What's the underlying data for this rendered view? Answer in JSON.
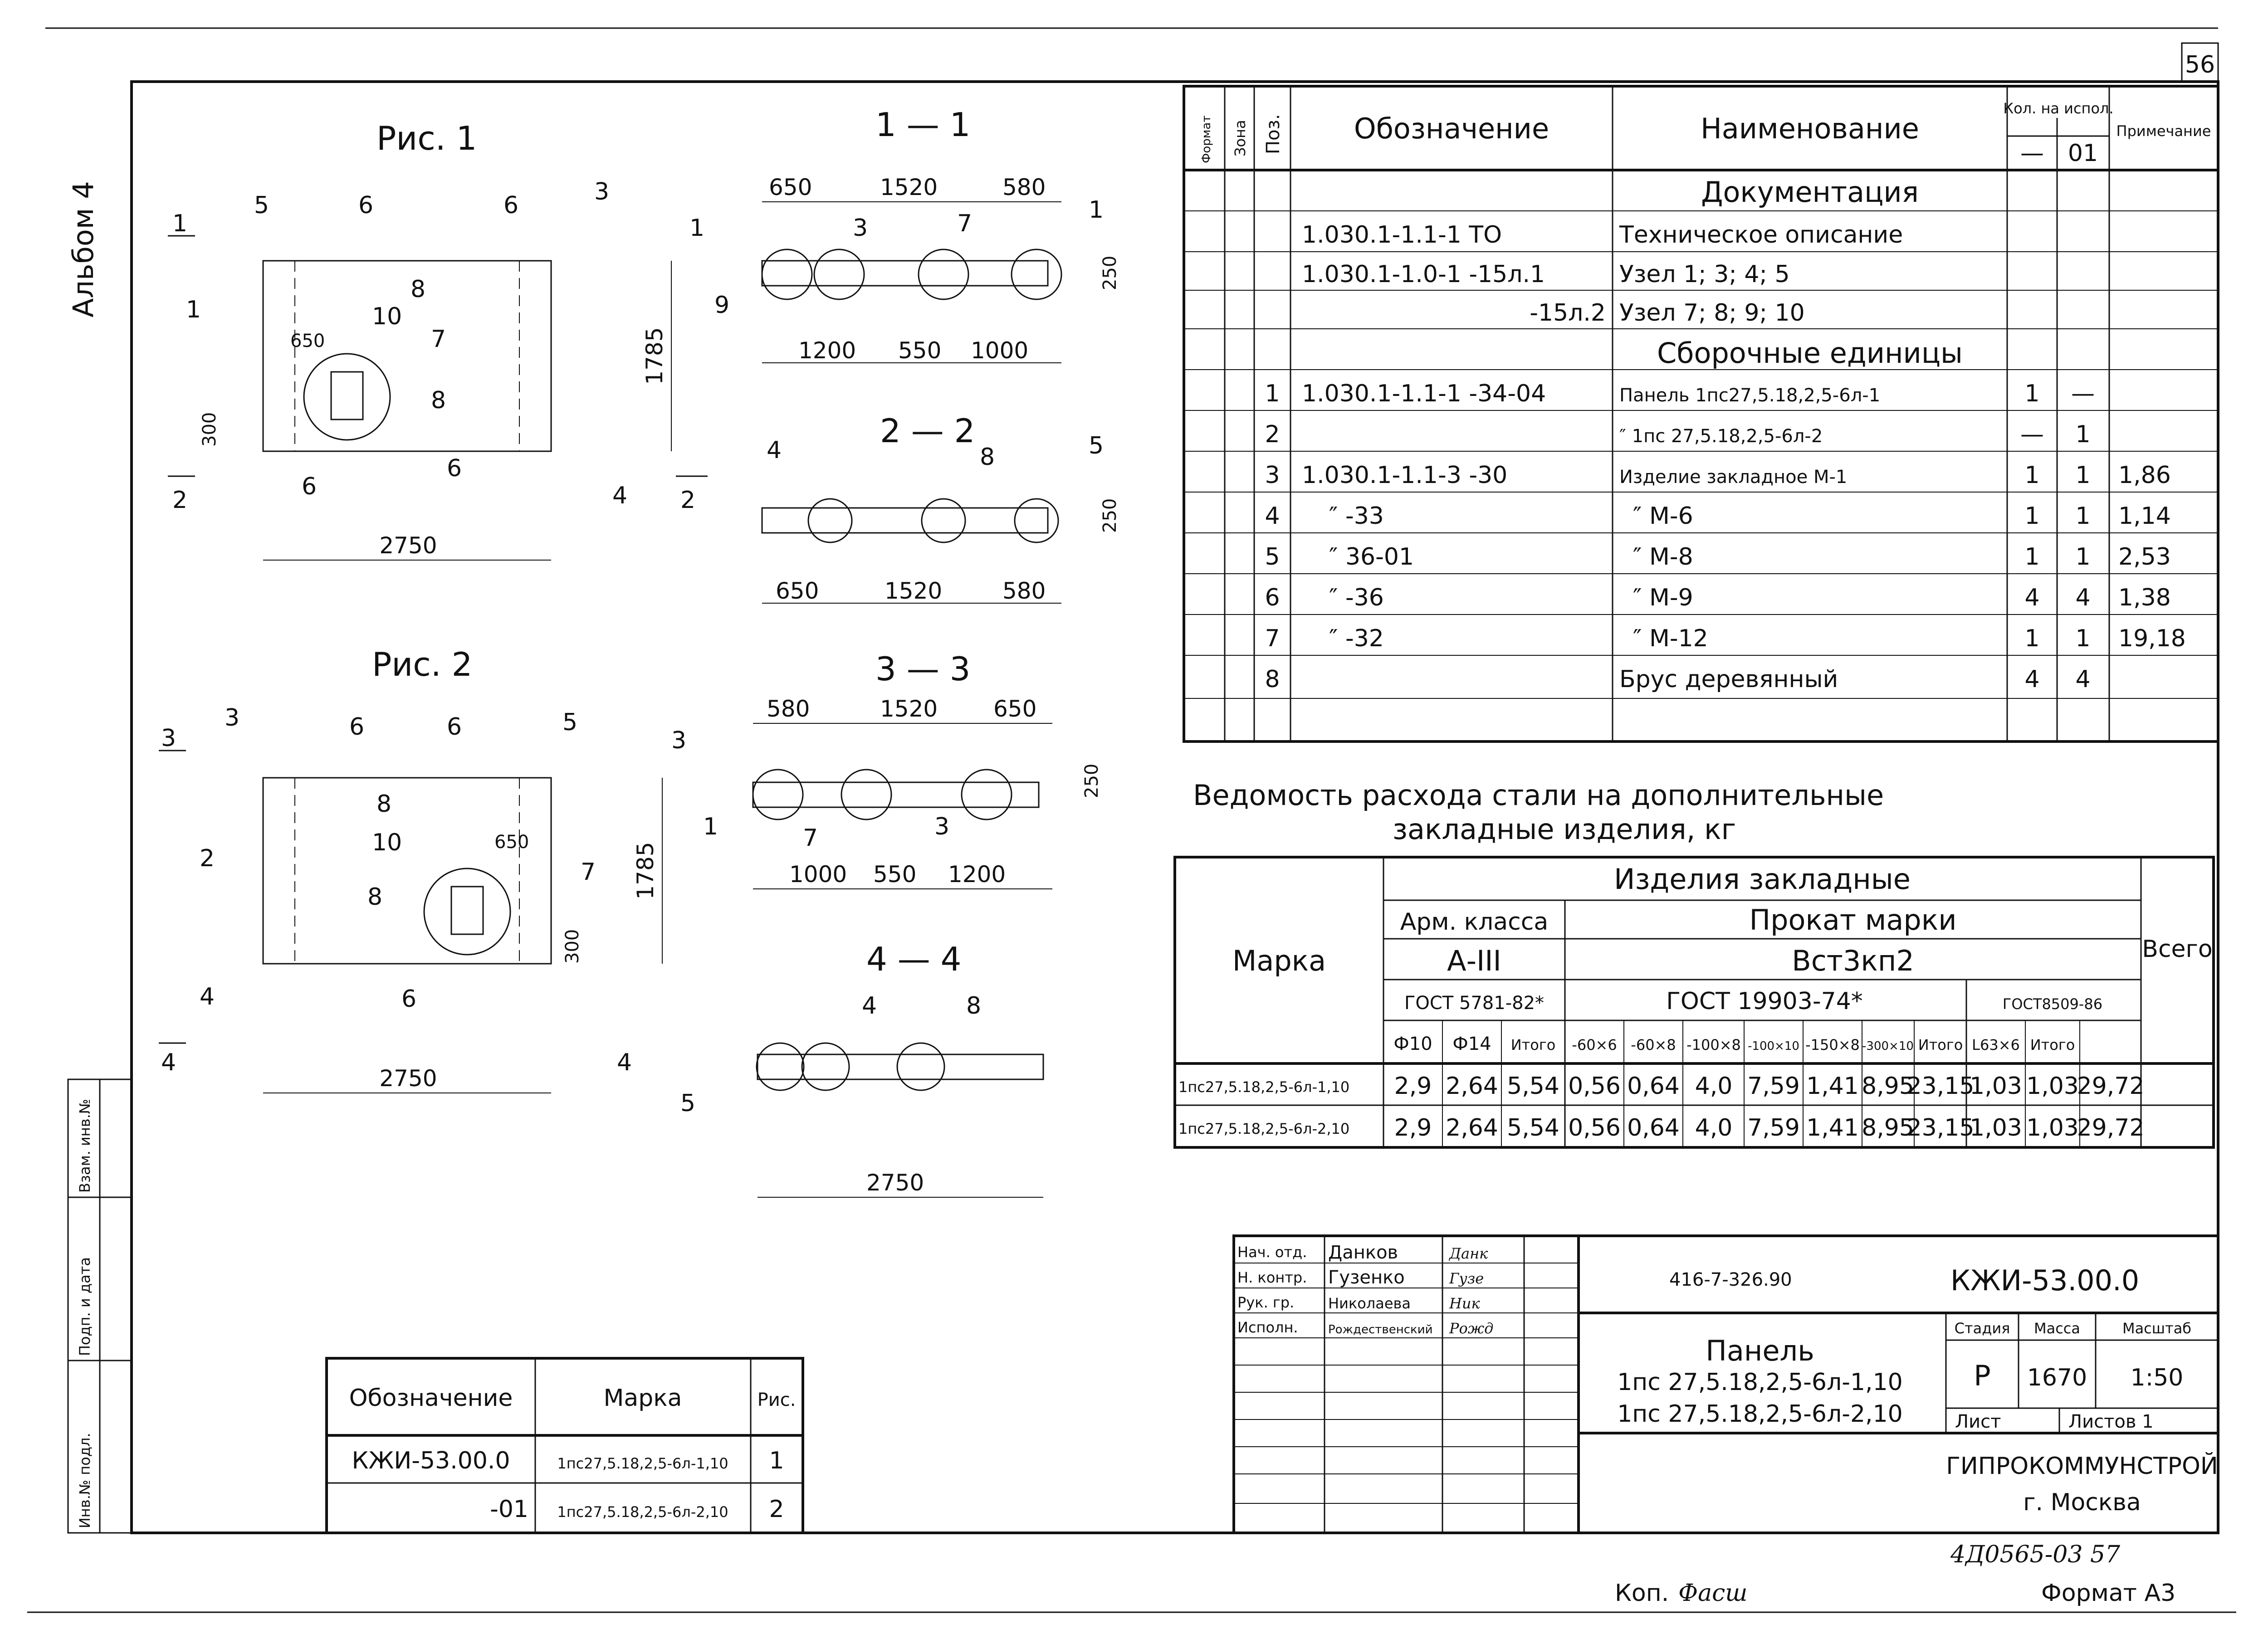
{
  "page": {
    "number": "56",
    "album": "Альбом 4",
    "bottom_ref": "4Д0565-03  57",
    "copy_label": "Коп.",
    "copy_sign": "Фасш",
    "format": "Формат А3"
  },
  "figures": {
    "fig1": "Рис. 1",
    "fig2": "Рис. 2",
    "sec11": "1 — 1",
    "sec22": "2 — 2",
    "sec33": "3 — 3",
    "sec44": "4 — 4",
    "cut1": "1",
    "cut2": "2",
    "cut3": "3",
    "cut4": "4",
    "dims": {
      "w2750": "2750",
      "h1785": "1785",
      "d650": "650",
      "d300": "300",
      "d1520": "1520",
      "d580": "580",
      "d1200": "1200",
      "d550": "550",
      "d1000": "1000",
      "d250": "250"
    },
    "leaders": [
      "1",
      "2",
      "3",
      "4",
      "5",
      "6",
      "7",
      "8",
      "9",
      "10"
    ]
  },
  "spec": {
    "headers": {
      "format": "Формат",
      "zone": "Зона",
      "pos": "Поз.",
      "designation": "Обозначение",
      "name": "Наименование",
      "qty": "Кол. на испол.",
      "qty_a": "—",
      "qty_b": "01",
      "note": "Примечание"
    },
    "rows": [
      {
        "pos": "",
        "designation": "",
        "name": "Документация",
        "qa": "",
        "qb": "",
        "note": ""
      },
      {
        "pos": "",
        "designation": "1.030.1-1.1-1   ТО",
        "name": "Техническое описание",
        "qa": "",
        "qb": "",
        "note": ""
      },
      {
        "pos": "",
        "designation": "1.030.1-1.0-1  -15л.1",
        "name": "Узел 1; 3; 4; 5",
        "qa": "",
        "qb": "",
        "note": ""
      },
      {
        "pos": "",
        "designation": "-15л.2",
        "name": "Узел 7; 8; 9; 10",
        "qa": "",
        "qb": "",
        "note": ""
      },
      {
        "pos": "",
        "designation": "",
        "name": "Сборочные единицы",
        "qa": "",
        "qb": "",
        "note": ""
      },
      {
        "pos": "1",
        "designation": "1.030.1-1.1-1  -34-04",
        "name": "Панель 1пс27,5.18,2,5-6л-1",
        "qa": "1",
        "qb": "—",
        "note": ""
      },
      {
        "pos": "2",
        "designation": "",
        "name": "″    1пс 27,5.18,2,5-6л-2",
        "qa": "—",
        "qb": "1",
        "note": ""
      },
      {
        "pos": "3",
        "designation": "1.030.1-1.1-3     -30",
        "name": "Изделие закладное          М-1",
        "qa": "1",
        "qb": "1",
        "note": "1,86"
      },
      {
        "pos": "4",
        "designation": "″            -33",
        "name": "″                     М-6",
        "qa": "1",
        "qb": "1",
        "note": "1,14"
      },
      {
        "pos": "5",
        "designation": "″        36-01",
        "name": "″                     М-8",
        "qa": "1",
        "qb": "1",
        "note": "2,53"
      },
      {
        "pos": "6",
        "designation": "″            -36",
        "name": "″                     М-9",
        "qa": "4",
        "qb": "4",
        "note": "1,38"
      },
      {
        "pos": "7",
        "designation": "″            -32",
        "name": "″                    М-12",
        "qa": "1",
        "qb": "1",
        "note": "19,18"
      },
      {
        "pos": "8",
        "designation": "",
        "name": "Брус деревянный",
        "qa": "4",
        "qb": "4",
        "note": ""
      },
      {
        "pos": "",
        "designation": "",
        "name": "",
        "qa": "",
        "qb": "",
        "note": ""
      }
    ]
  },
  "steel": {
    "title1": "Ведомость расхода стали на дополнительные",
    "title2": "закладные изделия, кг",
    "h_mark": "Марка",
    "h_items": "Изделия   закладные",
    "h_arm": "Арм. класса",
    "h_rolled": "Прокат   марки",
    "h_total": "Всего",
    "h_a3": "А-III",
    "h_vst": "Вст3кп2",
    "h_gost1": "ГОСТ 5781-82*",
    "h_gost2": "ГОСТ 19903-74*",
    "h_gost3": "ГОСТ8509-86",
    "cols": [
      "Ф10",
      "Ф14",
      "Итого",
      "-60×6",
      "-60×8",
      "-100×8",
      "-100×10",
      "-150×8",
      "-300×10",
      "Итого",
      "L63×6",
      "Итого"
    ],
    "rows": [
      {
        "mark": "1пс27,5.18,2,5-6л-1,10",
        "vals": [
          "2,9",
          "2,64",
          "5,54",
          "0,56",
          "0,64",
          "4,0",
          "7,59",
          "1,41",
          "8,95",
          "23,15",
          "1,03",
          "1,03"
        ],
        "total": "29,72"
      },
      {
        "mark": "1пс27,5.18,2,5-6л-2,10",
        "vals": [
          "2,9",
          "2,64",
          "5,54",
          "0,56",
          "0,64",
          "4,0",
          "7,59",
          "1,41",
          "8,95",
          "23,15",
          "1,03",
          "1,03"
        ],
        "total": "29,72"
      }
    ]
  },
  "variants": {
    "h_designation": "Обозначение",
    "h_mark": "Марка",
    "h_fig": "Рис.",
    "rows": [
      {
        "designation": "КЖИ-53.00.0",
        "mark": "1пс27,5.18,2,5-6л-1,10",
        "fig": "1"
      },
      {
        "designation": "-01",
        "mark": "1пс27,5.18,2,5-6л-2,10",
        "fig": "2"
      }
    ]
  },
  "stamp": {
    "roles": [
      "Нач. отд.",
      "Н. контр.",
      "Рук. гр.",
      "Исполн."
    ],
    "names": [
      "Данков",
      "Гузенко",
      "Николаева",
      "Рождественский"
    ],
    "signs": [
      "Данк",
      "Гузе",
      "Ник",
      "Рожд"
    ],
    "project": "416-7-326.90",
    "code": "КЖИ-53.00.0",
    "title": "Панель",
    "sub1": "1пс 27,5.18,2,5-6л-1,10",
    "sub2": "1пс 27,5.18,2,5-6л-2,10",
    "h_stage": "Стадия",
    "h_mass": "Масса",
    "h_scale": "Масштаб",
    "stage": "Р",
    "mass": "1670",
    "scale": "1:50",
    "sheet": "Лист",
    "sheets": "Листов 1",
    "org": "ГИПРОКОММУНСТРОЙ",
    "city": "г. Москва"
  },
  "side": {
    "inv_orig": "Инв.№ подл.",
    "sign_date": "Подп. и дата",
    "inv_swap": "Взам. инв.№"
  }
}
